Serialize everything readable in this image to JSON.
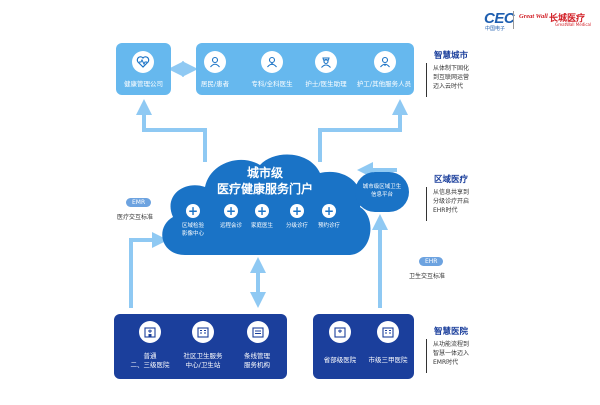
{
  "logo": {
    "cec": "CEC",
    "cec_sub": "中国电子",
    "gw": "Great Wall",
    "gw_cn": "长城医疗",
    "gw_en": "GreatWall Medical"
  },
  "top": {
    "health_company": "健康管理公司",
    "roles": [
      "居民/患者",
      "专科/全科医生",
      "护士/医生助理",
      "护工/其他服务人员"
    ]
  },
  "cloud": {
    "title_line1": "城市级",
    "title_line2": "医疗健康服务门户",
    "services": [
      {
        "line1": "区域检验",
        "line2": "影像中心"
      },
      {
        "line1": "远程会诊",
        "line2": ""
      },
      {
        "line1": "家庭医生",
        "line2": ""
      },
      {
        "line1": "分级诊疗",
        "line2": ""
      },
      {
        "line1": "预约诊疗",
        "line2": ""
      }
    ],
    "platform_line1": "城市级区域卫生",
    "platform_line2": "信息平台"
  },
  "tags": {
    "emr": "EMR",
    "emr_label": "医疗交互标准",
    "ehr": "EHR",
    "ehr_label": "卫生交互标准"
  },
  "sections": {
    "smart_city": {
      "title": "智慧城市",
      "desc": [
        "从体制下固化",
        "到互联网运营",
        "迈入云时代"
      ]
    },
    "regional": {
      "title": "区域医疗",
      "desc": [
        "从信息共享到",
        "分级诊疗开启",
        "EHR时代"
      ]
    },
    "smart_hospital": {
      "title": "智慧医院",
      "desc": [
        "从功能流程到",
        "智慧一体迈入",
        "EMR时代"
      ]
    }
  },
  "bottom": {
    "left": [
      {
        "line1": "普通",
        "line2": "二、三级医院"
      },
      {
        "line1": "社区卫生服务",
        "line2": "中心/卫生站"
      },
      {
        "line1": "条线管理",
        "line2": "服务机构"
      }
    ],
    "right": [
      {
        "line1": "省部级医院",
        "line2": ""
      },
      {
        "line1": "市级三甲医院",
        "line2": ""
      }
    ]
  },
  "colors": {
    "light_blue": "#66b8ee",
    "cloud_blue": "#1a73c6",
    "dark_blue": "#1b3f9c",
    "arrow": "#8fc9f3"
  }
}
